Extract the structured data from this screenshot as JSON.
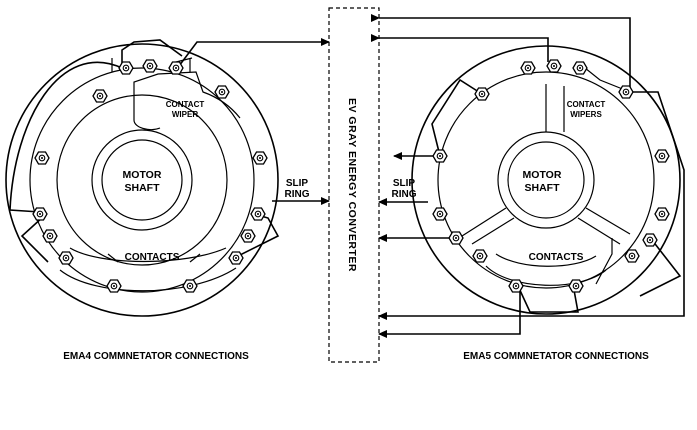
{
  "converter": {
    "label": "EV GRAY ENERGY CONVERTER"
  },
  "ema4": {
    "caption": "EMA4 COMMNETATOR CONNECTIONS",
    "contact_wiper_line1": "CONTACT",
    "contact_wiper_line2": "WIPER",
    "shaft_line1": "MOTOR",
    "shaft_line2": "SHAFT",
    "slip_line1": "SLIP",
    "slip_line2": "RING",
    "contacts": "CONTACTS"
  },
  "ema5": {
    "caption": "EMA5 COMMNETATOR CONNECTIONS",
    "contact_wiper_line1": "CONTACT",
    "contact_wiper_line2": "WIPERS",
    "shaft_line1": "MOTOR",
    "shaft_line2": "SHAFT",
    "slip_line1": "SLIP",
    "slip_line2": "RING",
    "contacts": "CONTACTS"
  }
}
